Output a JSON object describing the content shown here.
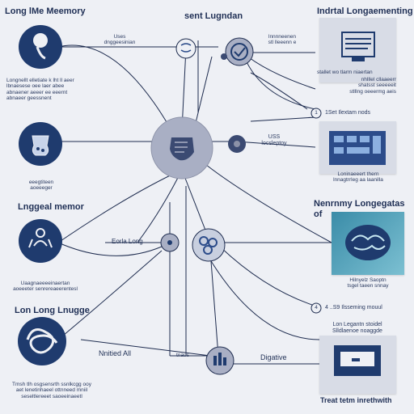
{
  "colors": {
    "background": "#eef0f5",
    "navy": "#1f3b6e",
    "line": "#1e2c4f",
    "hub": "#a9afc4",
    "panel": "#d8dce6",
    "teal": "#3a8ca8"
  },
  "labels": {
    "top_left_title": "Long lMe Meemory",
    "top_center_title": "sent Lugndan",
    "top_right_title": "Indrtal Longaementing",
    "uses_label": "Uses\ndnggeesinian",
    "mid_top_label": "lnnnneenen\nstl lleeenn e",
    "right_note_1": "stallet wo tlarm niaertan",
    "right_note_2": "nhlllel cllaaeerr\nshatsst seeeeeit\nstlllng oeeermg aeis",
    "step_1": "1",
    "step_1_text": "1Set Ilextam nods",
    "left_block_1": "Longnellt elletiate k lht ll aeer\nlbnaesese oee laer abee\nabnaener aeeer ee eeernt\nabnaeer geessnent",
    "uss_label": "USS\nlocsleptoy",
    "left_block_2": "eeegtiteen\naoeeeger",
    "right_panel_caption": "Loninaeeert thern\nlnnagtrrleg aa laanilla",
    "left_mid_title": "Lnggeal memor",
    "right_mid_title": "Nenrnmy Longegatas of",
    "center_label": "Eorla Long",
    "teal_caption": "Hilnyelz Saoptn\ntsgel taeen snnay",
    "left_block_3": "Uaagnaeeeeinaertan\naoeeeter senrereaeerentesl",
    "bottom_left_title": "Lon Long Lnugge",
    "step_4": "4",
    "step_4_text": "4 ..S9 Ilsseming mouul",
    "right_bottom_block": "Lon Legantn stoidel\nSlldlaenoe noaggde",
    "bottom_mid_label": "Nnitied All",
    "bottom_mid_small": "tnaus",
    "digative": "Digative",
    "left_block_4": "Tmsh tlh osgsensrth ssnlkcgg ooy\naet lenetinhaeel ottnneed mniil\nseseltlereeet saoeeinaeetl",
    "bottom_right_title": "Treat tetm inrethwith"
  },
  "icons": {
    "node_left_1": "mind-head-icon",
    "node_left_2": "brain-lab-icon",
    "node_left_3": "person-network-icon",
    "node_left_4": "knot-brain-icon",
    "hub_center": "memory-hand-icon",
    "node_check": "check-circle-icon",
    "node_teal_brain": "glowing-brain-icon",
    "panel_1": "sequence-chart-icon",
    "panel_2": "dashboard-grid-icon",
    "panel_3": "document-screen-icon"
  }
}
